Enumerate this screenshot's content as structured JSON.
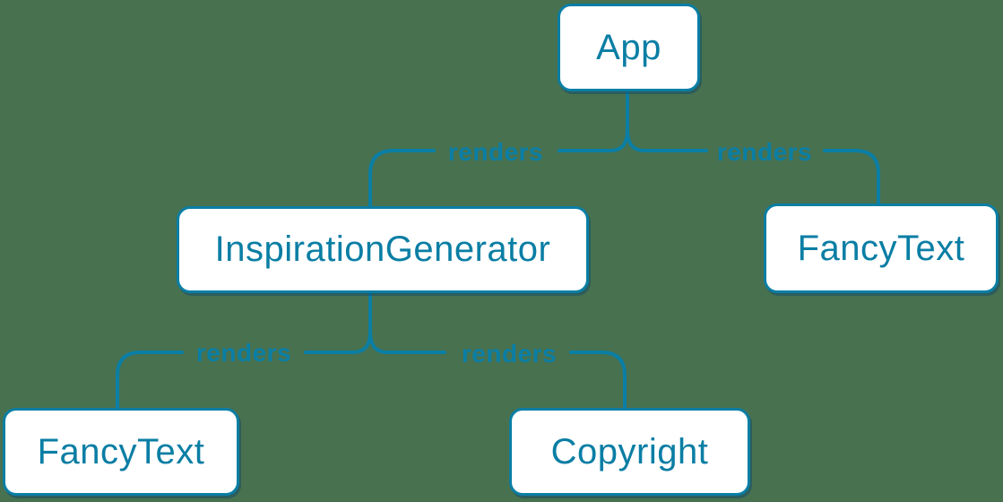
{
  "diagram": {
    "type": "component-render-tree",
    "nodes": [
      {
        "id": "app",
        "label": "App"
      },
      {
        "id": "inspiration-generator",
        "label": "InspirationGenerator"
      },
      {
        "id": "fancy-text-top-right",
        "label": "FancyText"
      },
      {
        "id": "fancy-text-bottom-left",
        "label": "FancyText"
      },
      {
        "id": "copyright",
        "label": "Copyright"
      }
    ],
    "edges": [
      {
        "from": "App",
        "to": "InspirationGenerator",
        "label": "renders"
      },
      {
        "from": "App",
        "to": "FancyText",
        "label": "renders"
      },
      {
        "from": "InspirationGenerator",
        "to": "FancyText",
        "label": "renders"
      },
      {
        "from": "InspirationGenerator",
        "to": "Copyright",
        "label": "renders"
      }
    ],
    "colors": {
      "background": "#487150",
      "accent": "#0a7ea4",
      "node_fill": "#ffffff",
      "shadow": "#10526c"
    }
  }
}
